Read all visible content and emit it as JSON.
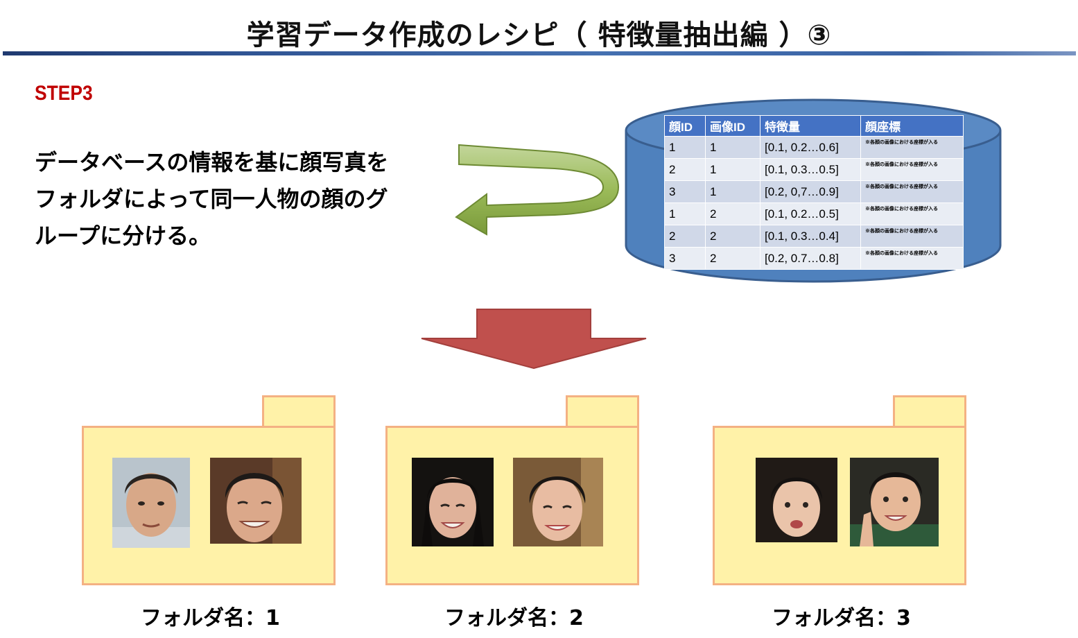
{
  "title": "学習データ作成のレシピ（ 特徴量抽出編 ）③",
  "step_label": "STEP3",
  "description_lines": [
    "データベースの情報を基に顔写真を",
    "フォルダによって同一人物の顔のグ",
    "ループに分ける。"
  ],
  "table": {
    "headers": [
      "顔ID",
      "画像ID",
      "特徴量",
      "顔座標"
    ],
    "rows": [
      {
        "face_id": "1",
        "image_id": "1",
        "feature": "[0.1, 0.2…0.6]",
        "coord": "※各顔の画像における座標が入る"
      },
      {
        "face_id": "2",
        "image_id": "1",
        "feature": "[0.1, 0.3…0.5]",
        "coord": "※各顔の画像における座標が入る"
      },
      {
        "face_id": "3",
        "image_id": "1",
        "feature": "[0.2, 0,7…0.9]",
        "coord": "※各顔の画像における座標が入る"
      },
      {
        "face_id": "1",
        "image_id": "2",
        "feature": "[0.1, 0.2…0.5]",
        "coord": "※各顔の画像における座標が入る"
      },
      {
        "face_id": "2",
        "image_id": "2",
        "feature": "[0.1, 0.3…0.4]",
        "coord": "※各顔の画像における座標が入る"
      },
      {
        "face_id": "3",
        "image_id": "2",
        "feature": "[0.2, 0.7…0.8]",
        "coord": "※各顔の画像における座標が入る"
      }
    ]
  },
  "folders": [
    {
      "label": "フォルダ名：1"
    },
    {
      "label": "フォルダ名：2"
    },
    {
      "label": "フォルダ名：3"
    }
  ],
  "colors": {
    "title_rule": "#2e5291",
    "step": "#c00000",
    "db_cylinder": "#4f81bd",
    "db_header": "#4472c4",
    "green_arrow": "#9bbb59",
    "red_arrow": "#c0504d",
    "folder_fill": "#fff2a8",
    "folder_border": "#f4b183"
  }
}
